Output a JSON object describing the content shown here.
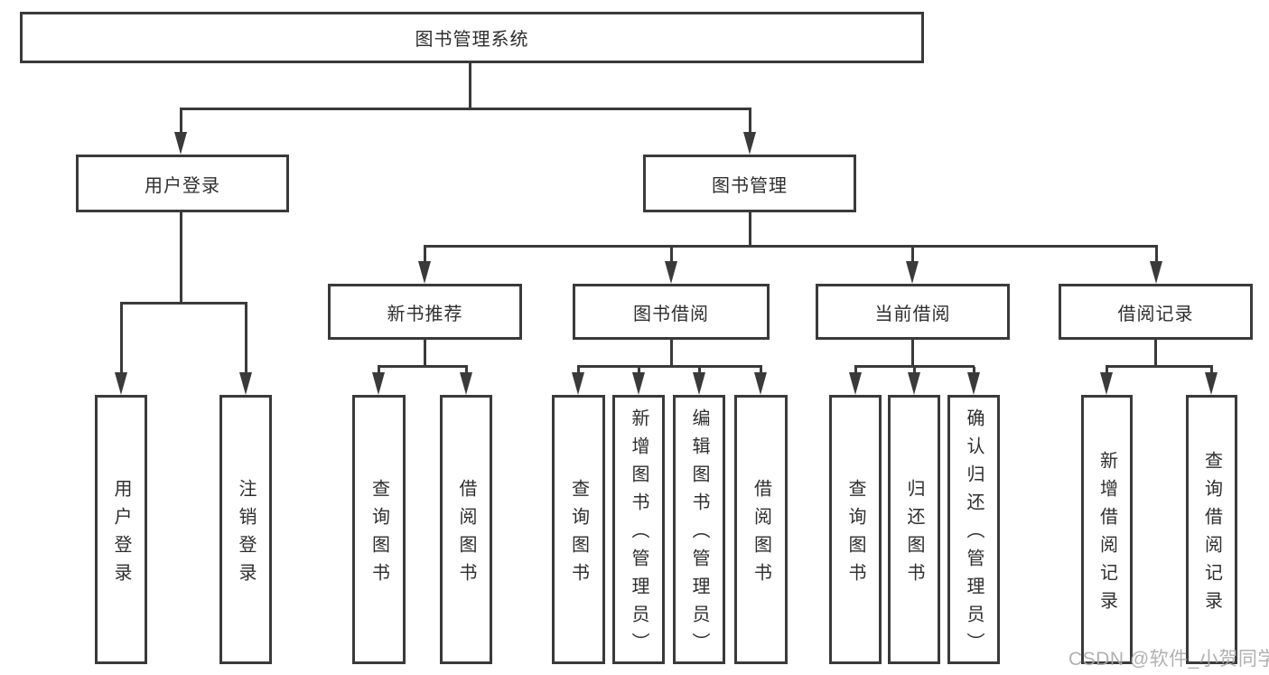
{
  "diagram": {
    "type": "hierarchy-tree",
    "nodes": {
      "root": {
        "label": "图书管理系统"
      },
      "user_login": {
        "label": "用户登录",
        "children": [
          "用户登录",
          "注销登录"
        ]
      },
      "book_mgmt": {
        "label": "图书管理"
      },
      "new_book": {
        "label": "新书推荐",
        "children": [
          "查询图书",
          "借阅图书"
        ]
      },
      "book_borrow": {
        "label": "图书借阅",
        "children": [
          "查询图书",
          "新增图书（管理员）",
          "编辑图书（管理员）",
          "借阅图书"
        ]
      },
      "current_borrow": {
        "label": "当前借阅",
        "children": [
          "查询图书",
          "归还图书",
          "确认归还（管理员）"
        ]
      },
      "borrow_record": {
        "label": "借阅记录",
        "children": [
          "新增借阅记录",
          "查询借阅记录"
        ]
      }
    },
    "colors": {
      "line": "#3a3a3a",
      "text": "#2e2e2e",
      "background": "#ffffff",
      "watermark": "#a9a9a9"
    }
  },
  "watermark": {
    "text": "CSDN @软件_小贺同学"
  }
}
